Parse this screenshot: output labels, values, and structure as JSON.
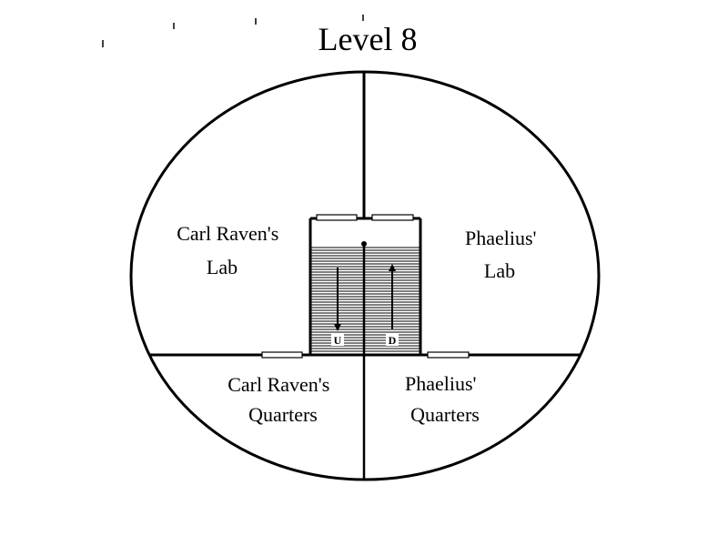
{
  "title": "Level 8",
  "rooms": {
    "carl_lab": [
      "Carl Raven's",
      "Lab"
    ],
    "phaelius_lab": [
      "Phaelius'",
      "Lab"
    ],
    "carl_quarters": [
      "Carl Raven's",
      "Quarters"
    ],
    "phaelius_quarters": [
      "Phaelius'",
      "Quarters"
    ]
  },
  "shaft": {
    "left_label": "U",
    "right_label": "D"
  },
  "colors": {
    "ink": "#000000",
    "background": "#ffffff"
  }
}
